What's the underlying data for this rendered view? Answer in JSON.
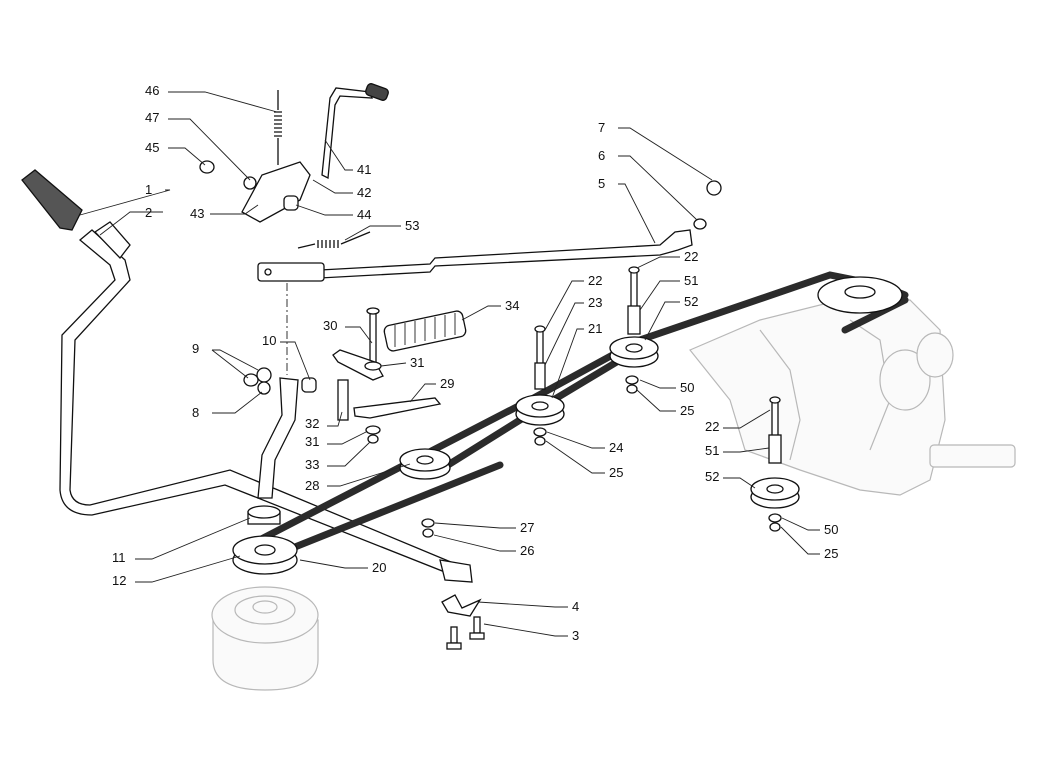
{
  "diagram": {
    "callouts": [
      "46",
      "47",
      "45",
      "1",
      "2",
      "43",
      "41",
      "42",
      "44",
      "53",
      "7",
      "6",
      "5",
      "22",
      "51",
      "52",
      "34",
      "30",
      "31",
      "10",
      "9",
      "8",
      "29",
      "32",
      "31",
      "33",
      "28",
      "22",
      "23",
      "21",
      "50",
      "25",
      "24",
      "25",
      "22",
      "51",
      "52",
      "50",
      "25",
      "27",
      "26",
      "11",
      "12",
      "20",
      "4",
      "3"
    ]
  }
}
